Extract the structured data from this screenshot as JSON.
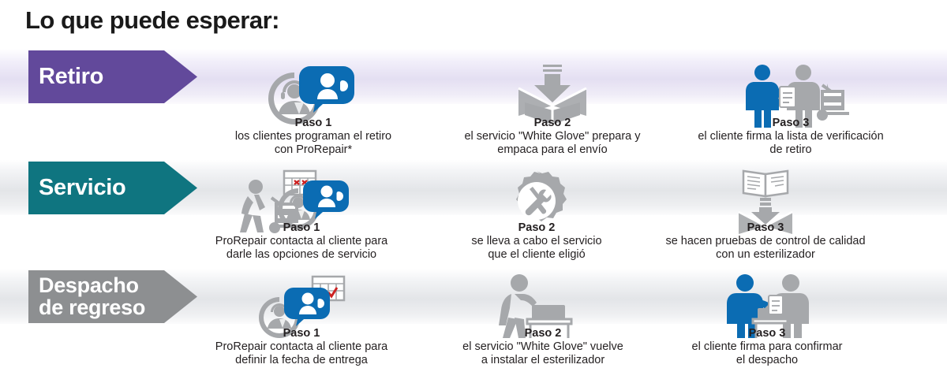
{
  "header": {
    "title": "Lo que puede esperar:"
  },
  "colors": {
    "purple": "#62499b",
    "teal": "#0f7580",
    "gray": "#8d8f91",
    "blue": "#0b6cb3",
    "icon_gray": "#a6a8ab",
    "text": "#231f20"
  },
  "rows": [
    {
      "banner": {
        "label": "Retiro",
        "color": "#62499b",
        "name": "banner-retiro"
      },
      "band": "purple",
      "steps": [
        {
          "title": "Paso 1",
          "desc": "los clientes programan el retiro\ncon ProRepair*",
          "icon": "agent-headset-chat-icon"
        },
        {
          "title": "Paso 2",
          "desc": "el servicio \"White Glove\" prepara y\nempaca para el envío",
          "icon": "box-pack-down-arrow-icon"
        },
        {
          "title": "Paso 3",
          "desc": "el cliente firma la lista de verificación\nde retiro",
          "icon": "two-people-clipboard-dolly-icon"
        }
      ]
    },
    {
      "banner": {
        "label": "Servicio",
        "color": "#0f7580",
        "name": "banner-servicio"
      },
      "band": "gray",
      "steps": [
        {
          "title": "Paso 1",
          "desc": "ProRepair contacta al cliente para\ndarle las opciones de servicio",
          "icon": "dolly-calendar-agent-chat-icon"
        },
        {
          "title": "Paso 2",
          "desc": "se lleva a cabo el servicio\nque el cliente eligió",
          "icon": "gear-tools-icon"
        },
        {
          "title": "Paso 3",
          "desc": "se hacen pruebas de control de calidad\ncon un esterilizador",
          "icon": "open-box-test-report-icon"
        }
      ]
    },
    {
      "banner": {
        "label": "Despacho\nde regreso",
        "color": "#8d8f91",
        "name": "banner-despacho-de-regreso"
      },
      "band": "gray",
      "steps": [
        {
          "title": "Paso 1",
          "desc": "ProRepair contacta al cliente para\ndefinir la fecha de entrega",
          "icon": "agent-chat-calendar-check-icon"
        },
        {
          "title": "Paso 2",
          "desc": "el servicio \"White Glove\" vuelve\na instalar el esterilizador",
          "icon": "person-installing-equipment-icon"
        },
        {
          "title": "Paso 3",
          "desc": "el cliente firma para confirmar\nel despacho",
          "icon": "two-people-sign-equipment-icon"
        }
      ]
    }
  ]
}
